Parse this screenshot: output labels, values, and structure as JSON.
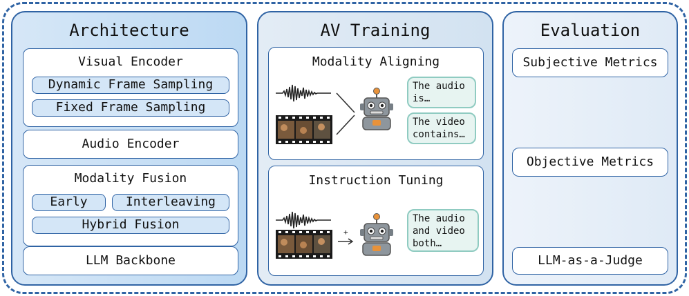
{
  "architecture": {
    "title": "Architecture",
    "visual_encoder": {
      "title": "Visual Encoder",
      "items": [
        "Dynamic Frame Sampling",
        "Fixed Frame Sampling"
      ]
    },
    "audio_encoder": "Audio Encoder",
    "modality_fusion": {
      "title": "Modality Fusion",
      "items": [
        "Early",
        "Interleaving",
        "Hybrid Fusion"
      ]
    },
    "llm_backbone": "LLM Backbone"
  },
  "av_training": {
    "title": "AV Training",
    "modality_aligning": {
      "title": "Modality Aligning",
      "bubble_audio": "The audio\nis…",
      "bubble_video": "The video\ncontains…"
    },
    "instruction_tuning": {
      "title": "Instruction Tuning",
      "plus_sign": "+",
      "bubble_both": "The audio\nand video\nboth…"
    }
  },
  "evaluation": {
    "title": "Evaluation",
    "metrics": [
      "Subjective Metrics",
      "Objective Metrics",
      "LLM-as-a-Judge"
    ]
  },
  "colors": {
    "border_blue": "#2f63a4",
    "chip_fill": "#d4e6f7",
    "bubble_fill": "#e7f4f1",
    "bubble_border": "#8fcbc1",
    "robot_gray": "#8e969d",
    "robot_orange": "#e8923a"
  }
}
